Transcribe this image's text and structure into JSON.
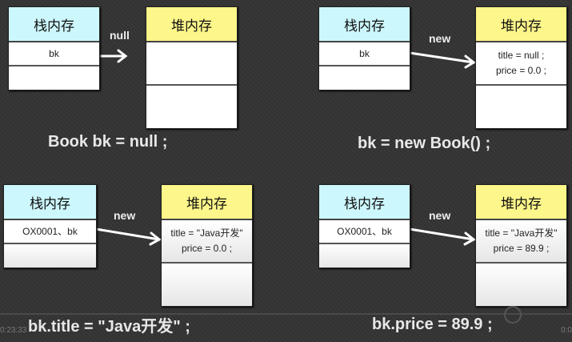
{
  "panels": [
    {
      "stack_title": "栈内存",
      "heap_title": "堆内存",
      "stack_value": "bk",
      "heap_lines": [],
      "arrow_label": "null",
      "caption": "Book bk = null ;"
    },
    {
      "stack_title": "栈内存",
      "heap_title": "堆内存",
      "stack_value": "bk",
      "heap_lines": [
        "title = null ;",
        "price = 0.0 ;"
      ],
      "arrow_label": "new",
      "caption": "bk = new Book() ;"
    },
    {
      "stack_title": "栈内存",
      "heap_title": "堆内存",
      "stack_value": "OX0001、bk",
      "heap_lines": [
        "title = \"Java开发\"",
        "price = 0.0 ;"
      ],
      "arrow_label": "new",
      "caption": "bk.title = \"Java开发\" ;"
    },
    {
      "stack_title": "栈内存",
      "heap_title": "堆内存",
      "stack_value": "OX0001、bk",
      "heap_lines": [
        "title = \"Java开发\"",
        "price = 89.9 ;"
      ],
      "arrow_label": "new",
      "caption": "bk.price = 89.9 ;"
    }
  ],
  "player": {
    "current_time": "0:23:33",
    "end_time": "0:0"
  }
}
